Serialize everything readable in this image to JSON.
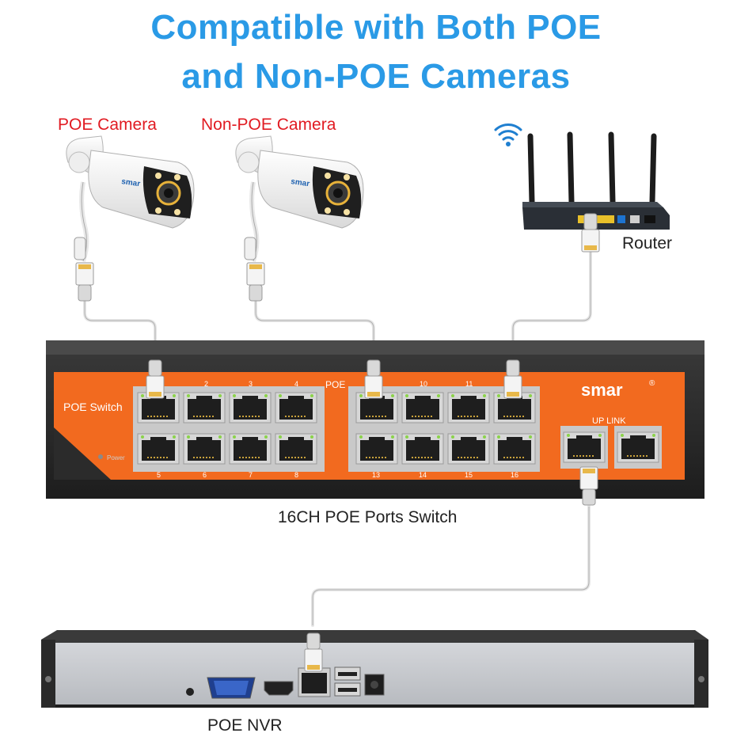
{
  "headline": {
    "line1": "Compatible with Both POE",
    "line2": "and Non-POE Cameras"
  },
  "devices": {
    "poe_camera": "POE Camera",
    "non_poe_camera": "Non-POE Camera",
    "router": "Router",
    "switch": "16CH POE Ports Switch",
    "nvr": "POE NVR"
  },
  "switch_panel": {
    "brand": "smar",
    "brand_mark": "®",
    "poe_switch_label": "POE Switch",
    "poe_label": "POE",
    "uplink_label": "UP LINK",
    "power_label": "Power",
    "top_port_numbers": [
      "2",
      "3",
      "4",
      "10",
      "11"
    ],
    "bottom_port_numbers": [
      "5",
      "6",
      "7",
      "8",
      "13",
      "14",
      "15",
      "16"
    ]
  },
  "camera_brand": "smar",
  "colors": {
    "headline": "#2a9ae6",
    "label_red": "#e11b22",
    "switch_orange": "#f26a1f",
    "chassis_dark": "#2b2b2b",
    "cable": "#e6e6e6"
  },
  "icons": [
    "wifi-icon",
    "rj45-plug-icon",
    "ethernet-port-icon",
    "vga-port-icon",
    "hdmi-port-icon",
    "usb-port-icon",
    "dc-jack-icon"
  ]
}
